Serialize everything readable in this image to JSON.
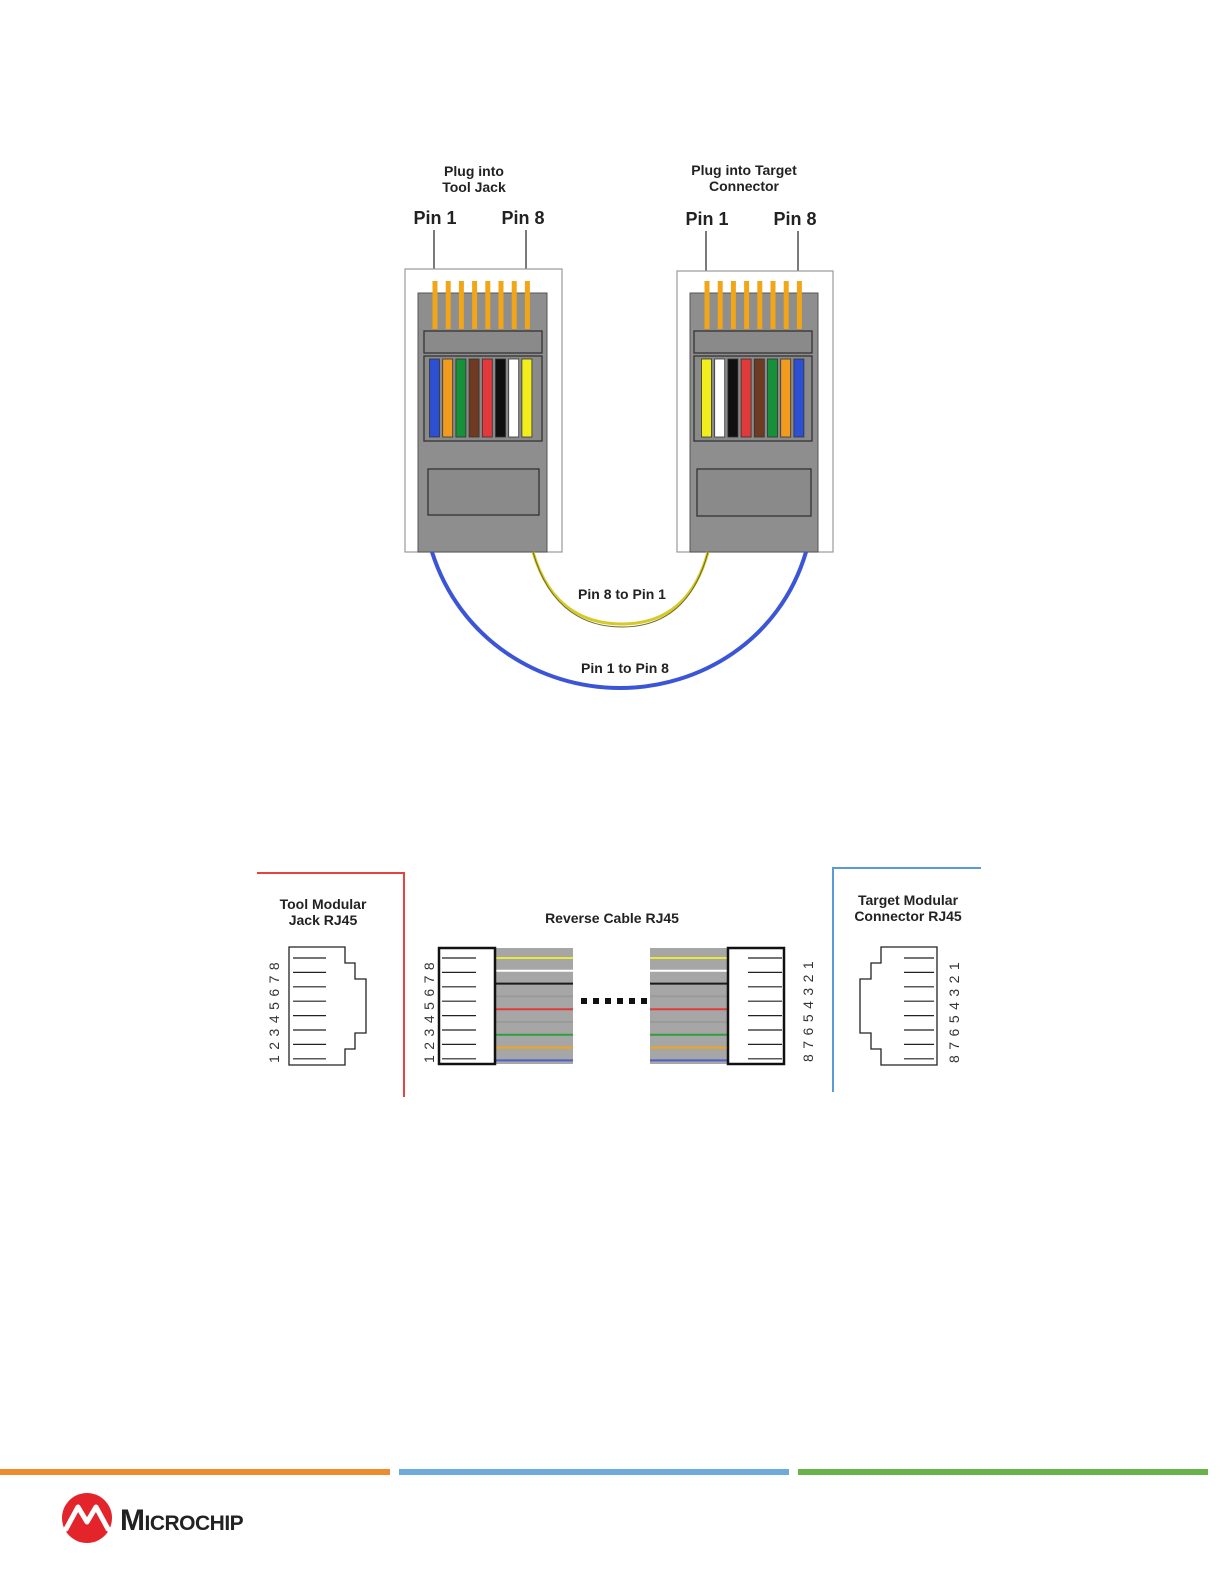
{
  "top_diagram": {
    "left_plug": {
      "caption_line1": "Plug into",
      "caption_line2": "Tool Jack",
      "pin_left": "Pin 1",
      "pin_right": "Pin 8",
      "wire_colors": [
        "#2d4fd1",
        "#f29c1f",
        "#17903a",
        "#6e3b22",
        "#e23a3a",
        "#101010",
        "#ffffff",
        "#f2ee1e"
      ]
    },
    "right_plug": {
      "caption_line1": "Plug into Target",
      "caption_line2": "Connector",
      "pin_left": "Pin 1",
      "pin_right": "Pin 8",
      "wire_colors": [
        "#f2ee1e",
        "#ffffff",
        "#101010",
        "#e23a3a",
        "#6e3b22",
        "#17903a",
        "#f29c1f",
        "#2d4fd1"
      ]
    },
    "cable_inner_label": "Pin 8 to Pin 1",
    "cable_outer_label": "Pin 1 to Pin 8",
    "contact_color": "#f2a516",
    "inner_cable_color": "#d7c928",
    "outer_cable_color": "#3b55d6"
  },
  "bottom_diagram": {
    "tool_jack_title_line1": "Tool Modular",
    "tool_jack_title_line2": "Jack RJ45",
    "cable_title": "Reverse Cable RJ45",
    "target_title_line1": "Target Modular",
    "target_title_line2": "Connector RJ45",
    "tool_jack_pins": "1 2 3 4 5 6 7 8",
    "cable_left_pins": "1 2 3 4 5 6 7 8",
    "cable_right_pins": "8 7 6 5 4 3 2 1",
    "target_pins": "8 7 6 5 4 3 2 1",
    "tool_accent": "#e8423f",
    "target_accent": "#5b9bd5",
    "wire_colors_top_to_bottom": [
      "#e9e93a",
      "#ffffff",
      "#1a1a1a",
      "#9a9a9a",
      "#e23a3a",
      "#9a9a9a",
      "#2e9e3e",
      "#f2a516",
      "#4a62c8"
    ]
  },
  "footer": {
    "brand": "Microchip",
    "bar_colors": [
      "#ed8b2e",
      "#6eaadc",
      "#6ab24a"
    ],
    "logo_color": "#e3242b"
  }
}
